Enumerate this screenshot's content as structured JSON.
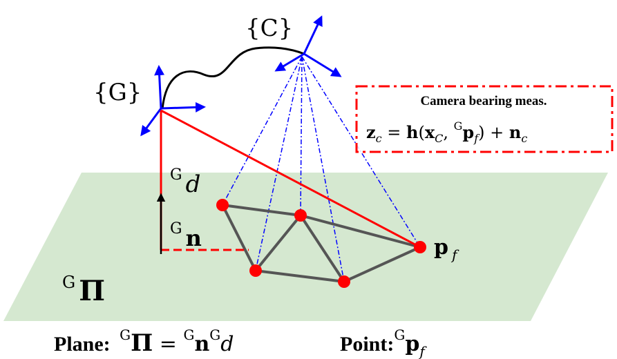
{
  "colors": {
    "plane_fill": "#d5e8d0",
    "red": "#ff0000",
    "blue": "#0000ff",
    "edge": "#555555",
    "black": "#000000"
  },
  "frames": {
    "global": "{G}",
    "camera": "{C}"
  },
  "vectors": {
    "distance": {
      "sup": "G",
      "base": "d"
    },
    "normal": {
      "sup": "G",
      "base": "n"
    }
  },
  "plane_symbol": {
    "sup": "G",
    "base": "Π"
  },
  "point_label": {
    "base": "p",
    "sub": "f"
  },
  "measurement_box": {
    "title": "Camera bearing meas.",
    "eq": {
      "z": "z",
      "z_sub": "c",
      "eq_sign": " = ",
      "h": "h",
      "open": "(",
      "x": "x",
      "x_sub": "C",
      "comma": ", ",
      "p_sup": "G",
      "p": "p",
      "p_sub": "f",
      "close": ") + ",
      "n": "n",
      "n_sub": "c"
    }
  },
  "caption": {
    "plane_label": "Plane:",
    "plane_lhs_sup": "G",
    "plane_lhs": "Π",
    "plane_eq": " = ",
    "plane_n_sup": "G",
    "plane_n": "n",
    "plane_d_sup": "G",
    "plane_d": "d",
    "point_label": "Point",
    "point_colon": ":",
    "point_sup": "G",
    "point_p": "p",
    "point_sub": "f"
  }
}
